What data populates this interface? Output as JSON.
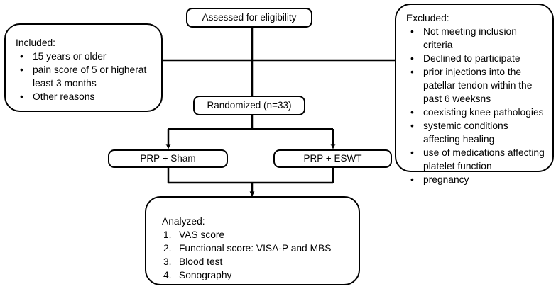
{
  "diagram": {
    "title_node": {
      "label": "Assessed for eligibility"
    },
    "included": {
      "heading": "Included:",
      "items": [
        "15 years or older",
        "pain score of 5 or higherat least 3 months",
        "Other reasons"
      ],
      "bullet_glyph": "•"
    },
    "excluded": {
      "heading": "Excluded:",
      "items": [
        "Not meeting inclusion criteria",
        "Declined to participate",
        "prior injections into the patellar tendon within the past 6 weeksns",
        "coexisting knee pathologies",
        "systemic conditions affecting healing",
        "use of medications affecting platelet function",
        "pregnancy"
      ],
      "bullet_glyph": "•"
    },
    "randomized": {
      "label": "Randomized (n=33)"
    },
    "arms": [
      {
        "label": "PRP + Sham"
      },
      {
        "label": "PRP + ESWT"
      }
    ],
    "analyzed": {
      "heading": "Analyzed:",
      "items": [
        {
          "marker": "1.",
          "text": "VAS score"
        },
        {
          "marker": "2.",
          "text": "Functional score: VISA-P and MBS"
        },
        {
          "marker": "3.",
          "text": "Blood test"
        },
        {
          "marker": "4.",
          "text": "Sonography"
        }
      ]
    },
    "colors": {
      "stroke": "#000000",
      "background": "#ffffff",
      "text": "#000000"
    }
  }
}
